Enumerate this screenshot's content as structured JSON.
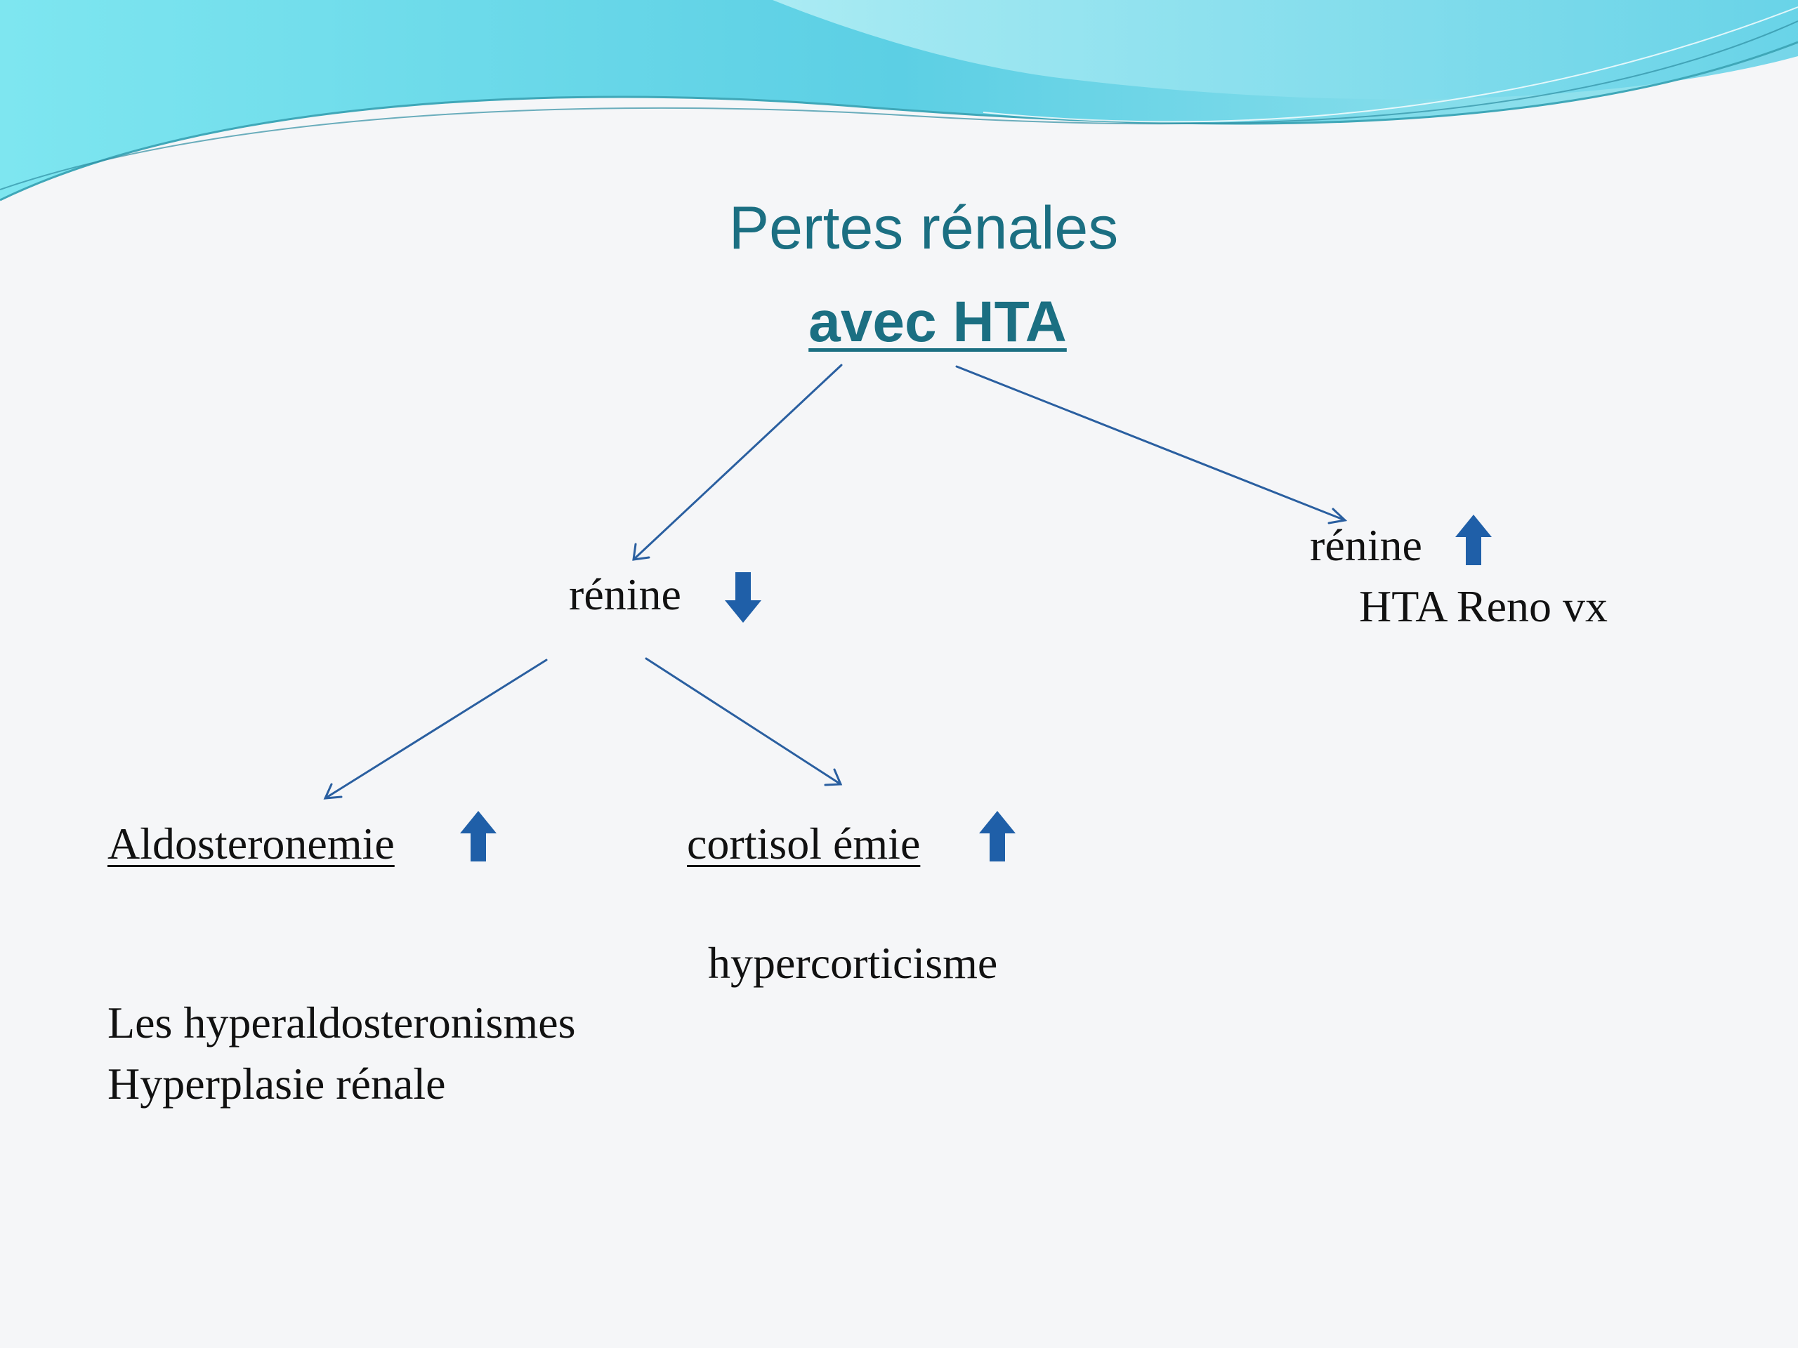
{
  "colors": {
    "title": "#1b6f82",
    "body_text": "#111111",
    "connector": "#2a5fa0",
    "arrow_icon": "#1f5fa8",
    "background": "#f5f6f8",
    "wave_light": "#7ee0ec",
    "wave_mid": "#49c4dc"
  },
  "slide": {
    "title": "Pertes rénales",
    "subtitle": "avec HTA"
  },
  "nodes": {
    "renine_low": {
      "label": "rénine",
      "indicator": "arrow-down-icon"
    },
    "renine_high": {
      "label": "rénine",
      "indicator": "arrow-up-icon",
      "note": "HTA Reno vx"
    },
    "aldosteronemie": {
      "label": "Aldosteronemie",
      "indicator": "arrow-up-icon"
    },
    "cortisolemie": {
      "label": "cortisol émie",
      "indicator": "arrow-up-icon",
      "note": "hypercorticisme"
    },
    "hyperaldo_notes": [
      "Les hyperaldosteronismes",
      "Hyperplasie rénale"
    ]
  }
}
